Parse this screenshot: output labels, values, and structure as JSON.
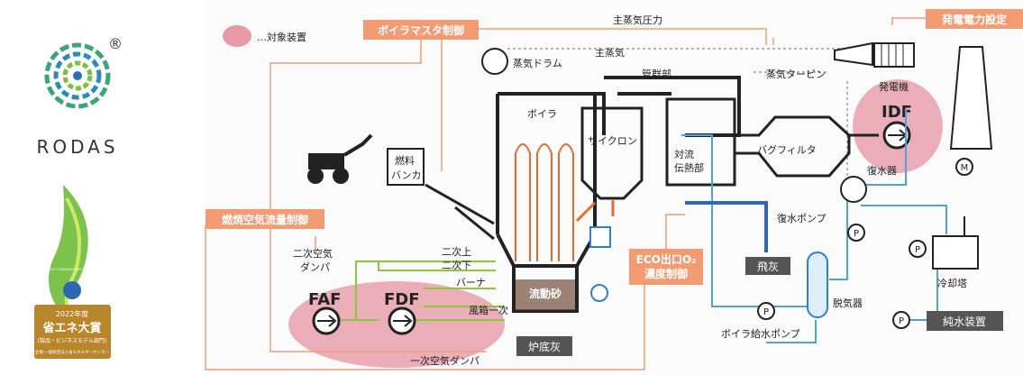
{
  "logo": {
    "brand": "RODAS",
    "registered": "®"
  },
  "award": {
    "year": "2022年度",
    "title": "省エネ大賞",
    "subtitle": "(製品・ビジネスモデル部門)",
    "org": "主催:一般財団法人省エネルギーセンター",
    "en": "ENERGY CONSERVATION GRAND PRIX"
  },
  "legend": {
    "text": "…対象装置"
  },
  "controls": {
    "boiler_master": "ボイラマスタ制御",
    "power_setting": "発電電力設定",
    "combustion_air": "燃焼空気流量制御",
    "eco_o2_line1": "ECO出口O₂",
    "eco_o2_line2": "濃度制御"
  },
  "labels": {
    "main_steam_pressure": "主蒸気圧力",
    "main_steam": "主蒸気",
    "steam_drum": "蒸気ドラム",
    "tube_bank": "管群部",
    "steam_turbine": "蒸気タービン",
    "generator": "発電機",
    "boiler": "ボイラ",
    "cyclone": "サイクロン",
    "convection_1": "対流",
    "convection_2": "伝熱部",
    "bag_filter": "バグフィルタ",
    "condenser": "復水器",
    "fuel_bunker_1": "燃料",
    "fuel_bunker_2": "バンカ",
    "secondary_damper_1": "二次空気",
    "secondary_damper_2": "ダンパ",
    "secondary_upper": "二次上",
    "secondary_lower": "二次下",
    "burner": "バーナ",
    "windbox": "風箱一次",
    "primary_damper": "一次空気ダンパ",
    "fluid_sand": "流動砂",
    "bottom_ash": "炉底灰",
    "fly_ash": "飛灰",
    "condensate_pump": "復水ポンプ",
    "deaerator": "脱気器",
    "feed_pump": "ボイラ給水ポンプ",
    "cooling_tower": "冷却塔",
    "pure_water": "純水装置",
    "faf": "FAF",
    "fdf": "FDF",
    "idf": "IDF",
    "motor": "M",
    "pump": "P"
  },
  "colors": {
    "control_box": "#f39c74",
    "target_blob": "#e79aa8",
    "air": "#8cc83c",
    "water": "#4fa3dc",
    "flame": "#ee6a2c",
    "structure": "#222222"
  }
}
